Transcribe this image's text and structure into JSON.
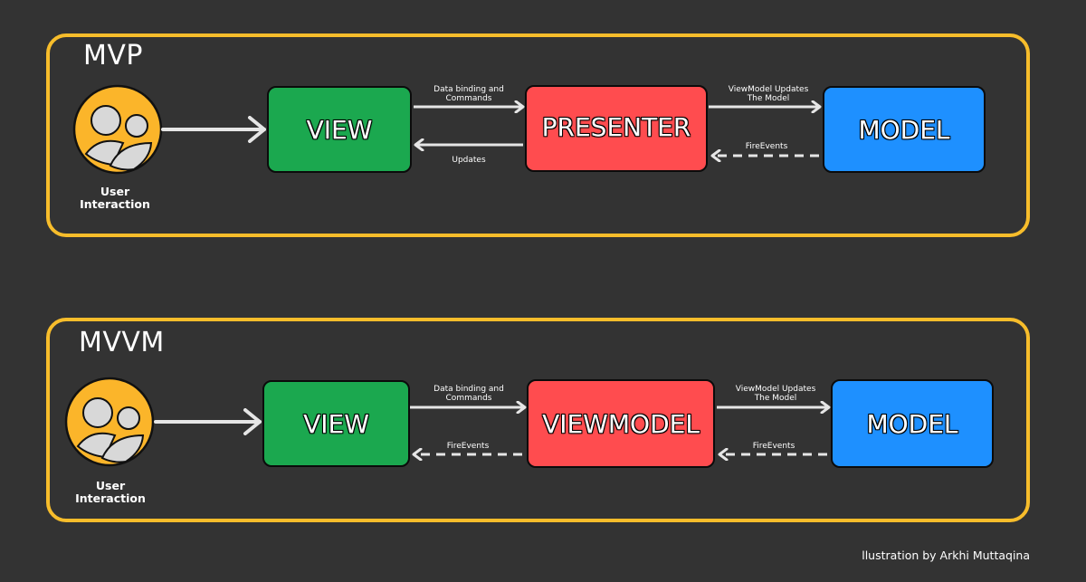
{
  "mvp": {
    "title": "MVP",
    "user_label": "User\nInteraction",
    "view_label": "VIEW",
    "middle_label": "PRESENTER",
    "model_label": "MODEL",
    "top_left_arrow_label": "Data binding and\nCommands",
    "top_right_arrow_label": "ViewModel Updates\nThe Model",
    "bottom_left_arrow_label": "Updates",
    "bottom_right_arrow_label": "FireEvents"
  },
  "mvvm": {
    "title": "MVVM",
    "user_label": "User\nInteraction",
    "view_label": "VIEW",
    "middle_label": "VIEWMODEL",
    "model_label": "MODEL",
    "top_left_arrow_label": "Data binding and\nCommands",
    "top_right_arrow_label": "ViewModel Updates\nThe Model",
    "bottom_left_arrow_label": "FireEvents",
    "bottom_right_arrow_label": "FireEvents"
  },
  "credit": "llustration by Arkhi Muttaqina",
  "colors": {
    "background": "#333333",
    "panel_border": "#f7bd2b",
    "view": "#1ba84f",
    "middle": "#ff4c4f",
    "model": "#1e90ff",
    "avatar": "#fbb52a"
  }
}
